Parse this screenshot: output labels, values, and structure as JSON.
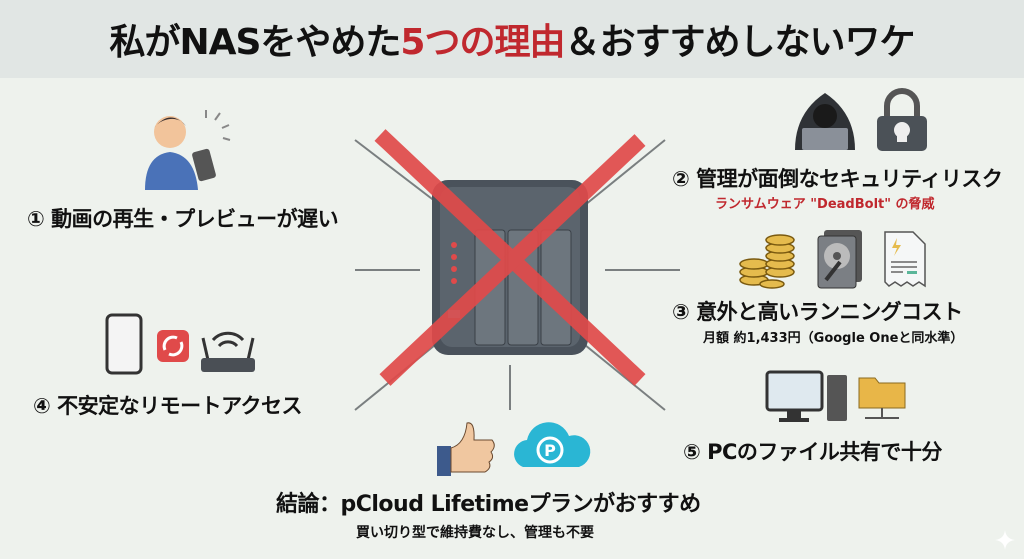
{
  "title": {
    "part1": "私がNASをやめた",
    "highlight": "5つの理由",
    "part2": "＆おすすめしないワケ"
  },
  "reasons": [
    {
      "label": "① 動画の再生・プレビューが遅い"
    },
    {
      "label": "② 管理が面倒なセキュリティリスク",
      "sub": "ランサムウェア \"DeadBolt\" の脅威"
    },
    {
      "label": "③ 意外と高いランニングコスト",
      "sub": "月額 約1,433円（Google Oneと同水準）"
    },
    {
      "label": "④ 不安定なリモートアクセス"
    },
    {
      "label": "⑤ PCのファイル共有で十分"
    }
  ],
  "conclusion": {
    "label": "結論：pCloud Lifetimeプランがおすすめ",
    "sub": "買い切り型で維持費なし、管理も不要",
    "logo_letter": "P"
  },
  "colors": {
    "accent": "#c0282e",
    "cross": "#e04a4a",
    "background": "#eef2ed",
    "header": "#e1e6e4"
  }
}
